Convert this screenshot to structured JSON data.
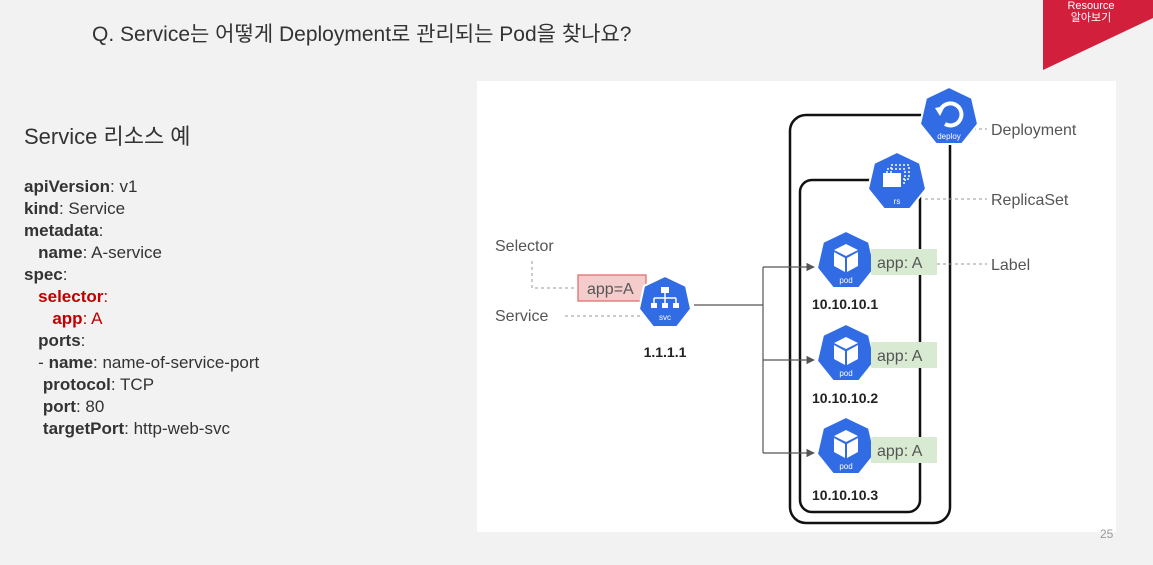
{
  "slide": {
    "title": "Q. Service는 어떻게 Deployment로 관리되는 Pod을 찾나요?",
    "corner_badge": {
      "line1": "Resource",
      "line2": "알아보기",
      "color": "#d21f3c"
    },
    "section_heading": "Service 리소스 예",
    "page_number": "25"
  },
  "yaml": {
    "apiVersion_key": "apiVersion",
    "apiVersion_val": "v1",
    "kind_key": "kind",
    "kind_val": "Service",
    "metadata_key": "metadata",
    "name_key": "name",
    "name_val": "A-service",
    "spec_key": "spec",
    "selector_key": "selector",
    "app_key": "app",
    "app_val": "A",
    "ports_key": "ports",
    "port_name_key": "name",
    "port_name_val": "name-of-service-port",
    "protocol_key": "protocol",
    "protocol_val": "TCP",
    "port_key": "port",
    "port_val": "80",
    "targetPort_key": "targetPort",
    "targetPort_val": "http-web-svc",
    "highlight_color": "#c00000"
  },
  "diagram": {
    "labels": {
      "deployment": "Deployment",
      "replicaset": "ReplicaSet",
      "label": "Label",
      "selector": "Selector",
      "service": "Service"
    },
    "selector_tag": "app=A",
    "service_ip": "1.1.1.1",
    "icons": {
      "deploy": "deploy",
      "rs": "rs",
      "svc": "svc",
      "pod": "pod"
    },
    "pods": [
      {
        "label": "app: A",
        "ip": "10.10.10.1"
      },
      {
        "label": "app: A",
        "ip": "10.10.10.2"
      },
      {
        "label": "app: A",
        "ip": "10.10.10.3"
      }
    ],
    "colors": {
      "k8s_blue": "#326ce5",
      "label_green_bg": "#d9ead3",
      "selector_red_bg": "#f4cccc",
      "selector_red_border": "#e06666"
    }
  }
}
